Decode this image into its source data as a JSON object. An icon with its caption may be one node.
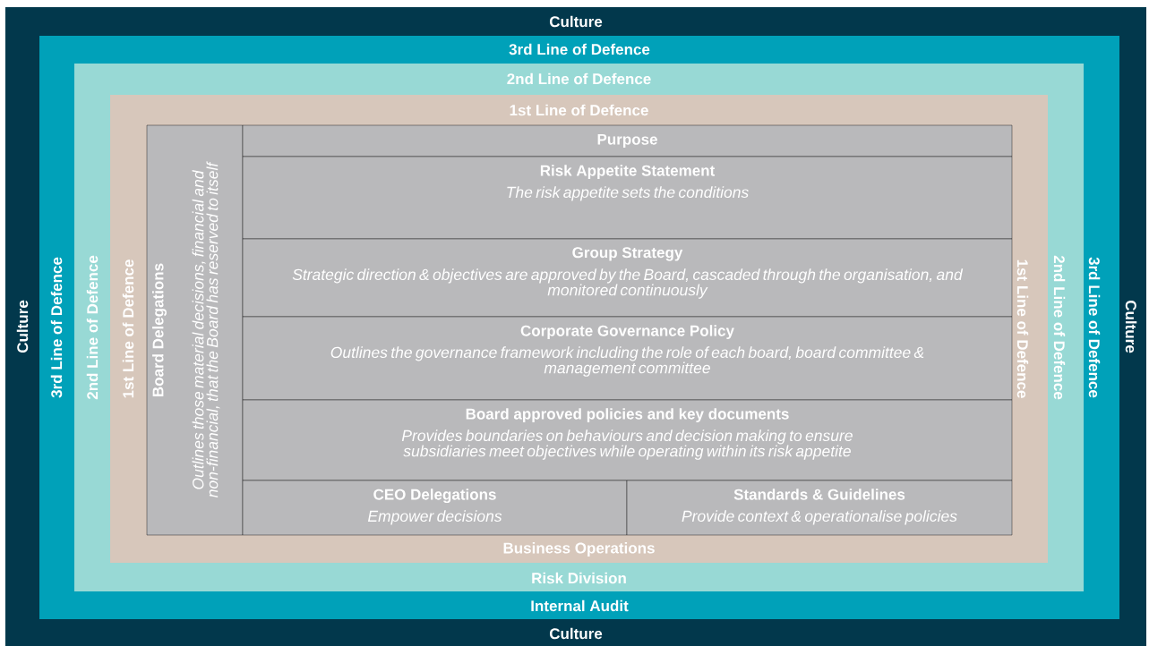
{
  "diagram": {
    "nodes": [
      {
        "text": [
          "Culture",
          "Culture",
          "Culture",
          "Culture"
        ]
      },
      {
        "text": [
          "3rd Line of Defence",
          "3rd Line of Defence",
          "3rd Line of Defence",
          "Internal Audit"
        ],
        "in": 0
      },
      {
        "text": [
          "2nd Line of Defence",
          "2nd Line of Defence",
          "2nd Line of Defence",
          "Risk Division"
        ],
        "in": 1
      },
      {
        "text": [
          "1st Line of Defence",
          "1st Line of Defence",
          "1st Line of Defence",
          "Business Operations"
        ],
        "in": 2
      },
      {
        "text": [
          "Board Delegations",
          "Outlines those material decisions, financial and non-financial, that the Board has reserved to itself"
        ],
        "in": 3
      },
      {
        "text": [
          "Purpose"
        ],
        "in": 3
      },
      {
        "text": [
          "Risk Appetite Statement",
          "The risk appetite sets the conditions"
        ],
        "in": 3
      },
      {
        "text": [
          "Group Strategy",
          "Strategic direction & objectives are approved by the Board, cascaded through the organisation, and monitored continuously"
        ],
        "in": 3
      },
      {
        "text": [
          "Corporate Governance Policy",
          "Outlines the governance framework including the role of each board, board committee & management committee"
        ],
        "in": 3
      },
      {
        "text": [
          "Board approved policies and key documents",
          "Provides boundaries on behaviours and decision making to ensure subsidiaries meet objectives while operating within its risk appetite"
        ],
        "in": 3
      },
      {
        "text": [
          "CEO Delegations",
          "Empower decisions"
        ],
        "in": 3
      },
      {
        "text": [
          "Standards & Guidelines",
          "Provide context & operationalise policies"
        ],
        "in": 3
      }
    ]
  }
}
